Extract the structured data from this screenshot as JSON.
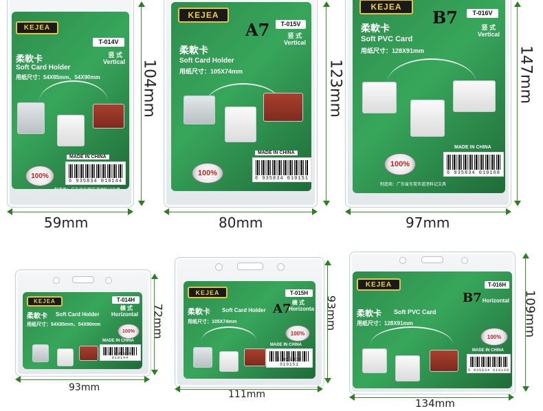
{
  "brand": {
    "logo_text": "KEJEA"
  },
  "common": {
    "cn_soft_card": "柔軟卡",
    "made_in": "MADE IN CHINA",
    "badge": "100%",
    "cn_vertical": "竖 式",
    "cn_horizontal": "横 式",
    "footer": "制造商：广东省东莞市道滘科记文具"
  },
  "products": {
    "v014": {
      "code": "T-014V",
      "title": "Soft Card Holder",
      "paper": "用纸尺寸：54X85mm、54X90mm",
      "orient": "Vertical",
      "barcode": "6 935834 010144",
      "width": "59mm",
      "height": "104mm"
    },
    "v015": {
      "code": "T-015V",
      "size": "A7",
      "title": "Soft Card Holder",
      "paper": "用纸尺寸：105X74mm",
      "orient": "Vertical",
      "barcode": "6 935834 010151",
      "width": "80mm",
      "height": "123mm"
    },
    "v016": {
      "code": "T-016V",
      "size": "B7",
      "title": "Soft PVC Card",
      "paper": "用纸尺寸：128X91mm",
      "orient": "Vertical",
      "barcode": "6 935834 010168",
      "width": "97mm",
      "height": "147mm"
    },
    "h014": {
      "code": "T-014H",
      "title": "Soft Card Holder",
      "paper": "用纸尺寸：54X85mm、54X90mm",
      "orient": "Horizontal",
      "barcode": "6 935834 010144",
      "width": "93mm",
      "height": "72mm"
    },
    "h015": {
      "code": "T-015H",
      "size": "A7",
      "title": "Soft Card Holder",
      "paper": "用纸尺寸：105X74mm",
      "orient": "Horizonta",
      "barcode": "6 935834 010151",
      "width": "111mm",
      "height": "93mm"
    },
    "h016": {
      "code": "T-016H",
      "size": "B7",
      "title": "Soft PVC Card",
      "paper": "用纸尺寸：128X91mm",
      "orient": "Horizontal",
      "barcode": "6 935834 010168",
      "width": "134mm",
      "height": "109mm"
    }
  },
  "colors": {
    "card_green": "#2e8d4c",
    "logo_gold": "#f3cf3a",
    "arrow_green": "#2f7d24"
  }
}
